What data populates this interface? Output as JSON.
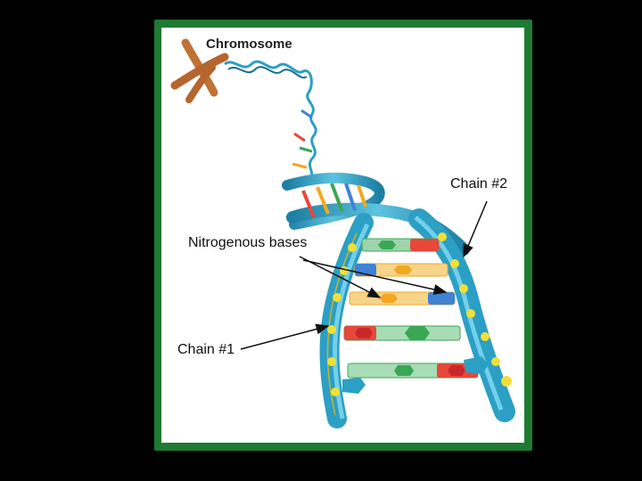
{
  "labels": {
    "chromosome": "Chromosome",
    "chain2": "Chain #2",
    "nitrogenous_bases": "Nitrogenous bases",
    "chain1": "Chain #1"
  },
  "colors": {
    "background": "#000000",
    "frame_border": "#1f7a32",
    "chromosome": "#b5652e",
    "helix_backbone": "#2c9fc4",
    "phosphate": "#f2df35",
    "base_red": "#e8473a",
    "base_green": "#3aa755",
    "base_yellow": "#f2a81f",
    "base_blue": "#3f82d6"
  }
}
